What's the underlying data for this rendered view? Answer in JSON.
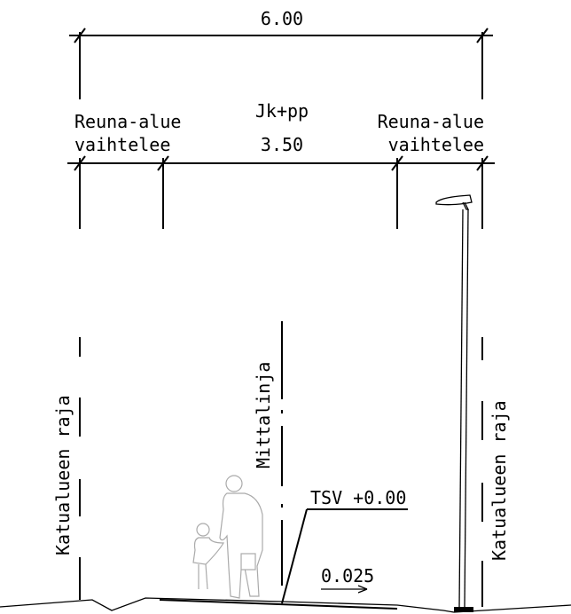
{
  "dimensions": {
    "total_width": "6.00",
    "path_width": "3.50"
  },
  "labels": {
    "path_type": "Jk+pp",
    "edge_left_line1": "Reuna-alue",
    "edge_left_line2": "vaihtelee",
    "edge_right_line1": "Reuna-alue",
    "edge_right_line2": "vaihtelee",
    "street_boundary_left": "Katualueen raja",
    "street_boundary_right": "Katualueen raja",
    "measurement_line": "Mittalinja",
    "elevation": "TSV +0.00",
    "cross_slope": "0.025"
  },
  "icons": {
    "pedestrians": "adult-and-child-silhouette",
    "street_light": "street-lamp"
  }
}
